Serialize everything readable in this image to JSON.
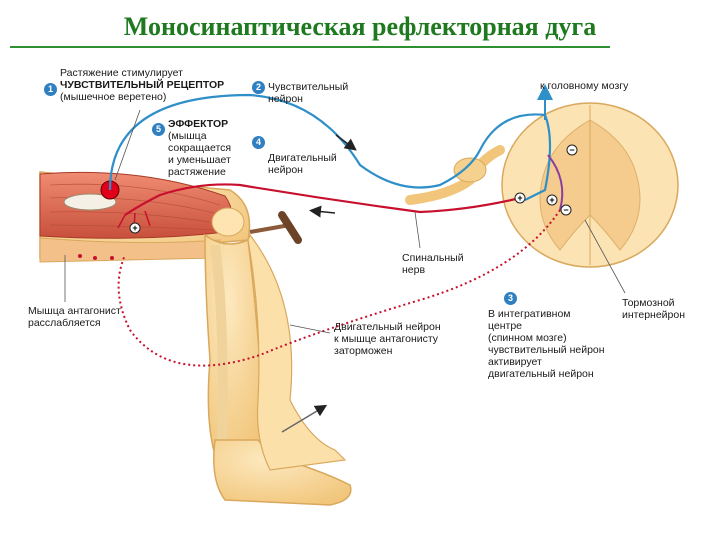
{
  "title": "Моносинаптическая рефлекторная дуга",
  "steps": {
    "s1": {
      "num": "1",
      "l1": "Растяжение стимулирует",
      "l2": "ЧУВСТВИТЕЛЬНЫЙ РЕЦЕПТОР",
      "l3": "(мышечное веретено)"
    },
    "s2": {
      "num": "2",
      "l1": "Чувствительный",
      "l2": "нейрон"
    },
    "s3": {
      "num": "3",
      "l1": "В интегративном",
      "l2": "центре",
      "l3": "(спинном мозге)",
      "l4": "чувствительный нейрон",
      "l5": "активирует",
      "l6": "двигательный нейрон"
    },
    "s4": {
      "num": "4",
      "l1": "Двигательный",
      "l2": "нейрон"
    },
    "s5": {
      "num": "5",
      "l1": "ЭФФЕКТОР",
      "l2": "(мышца",
      "l3": "сокращается",
      "l4": "и уменьшает",
      "l5": "растяжение"
    }
  },
  "labels": {
    "brain": "к головному мозгу",
    "spinal_nerve_1": "Спинальный",
    "spinal_nerve_2": "нерв",
    "inhib_1": "Тормозной",
    "inhib_2": "интернейрон",
    "antag_1": "Мышца антагонист",
    "antag_2": "расслабляется",
    "motor_antag_1": "Двигательный нейрон",
    "motor_antag_2": "к мышце антагонисту",
    "motor_antag_3": "заторможен"
  },
  "colors": {
    "title": "#1f7a1f",
    "sensory": "#2f8fc8",
    "motor": "#c8102e",
    "inhibitory": "#8a3fa0",
    "skin": "#f7d79a",
    "skin_edge": "#d9a85c",
    "muscle": "#e0705a",
    "badge": "#2f7fc1"
  },
  "synapse_signs": {
    "plus_left": "+",
    "plus_right": "+",
    "minus_top": "−",
    "minus_bottom": "−",
    "plus_muscle": "+"
  }
}
